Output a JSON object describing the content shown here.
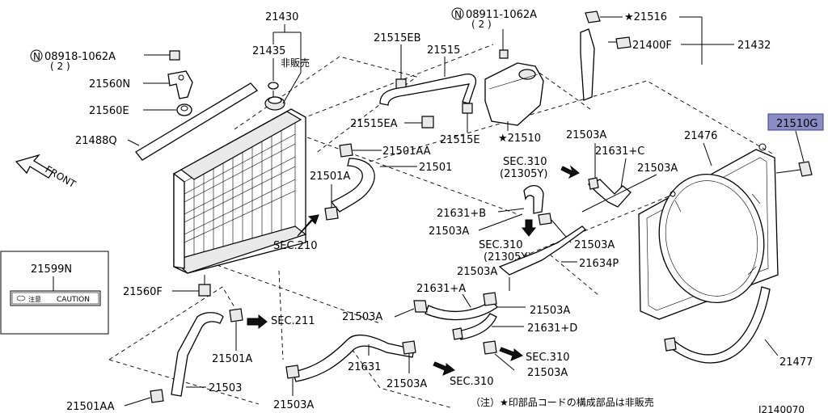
{
  "labels": {
    "p21430": "21430",
    "p21435": "21435",
    "not_sold": "非販売",
    "n08918": "08918-1062A",
    "n08918_qty": "( 2 )",
    "p21560N": "21560N",
    "p21560E": "21560E",
    "p21488Q": "21488Q",
    "front": "FRONT",
    "n08911": "08911-1062A",
    "n08911_qty": "( 2 )",
    "p21516": "★21516",
    "p21400F": "21400F",
    "p21432": "21432",
    "p21515EB": "21515EB",
    "p21515": "21515",
    "p21515EA": "21515EA",
    "p21515E": "21515E",
    "p21510": "★21510",
    "p21501AA_top": "21501AA",
    "p21501": "21501",
    "p21501A_top": "21501A",
    "sec210": "SEC.210",
    "p21503A_1": "21503A",
    "p21631C": "21631+C",
    "p21476": "21476",
    "p21503A_2": "21503A",
    "p21510G": "21510G",
    "sec310_a": "SEC.310",
    "sec310_a_sub": "(21305Y)",
    "p21631B": "21631+B",
    "p21503A_3": "21503A",
    "sec310_b": "SEC.310",
    "sec310_b_sub": "(21305Y)",
    "p21503A_4": "21503A",
    "p21634P": "21634P",
    "p21503A_5": "21503A",
    "p21631A": "21631+A",
    "p21599N": "21599N",
    "caution": "CAUTION",
    "caution_jp": "注意",
    "p21560F": "21560F",
    "sec211": "SEC.211",
    "p21503A_6": "21503A",
    "p21503A_7": "21503A",
    "p21631D": "21631+D",
    "p21501A_bot": "21501A",
    "p21631": "21631",
    "sec310_c": "SEC.310",
    "p21503A_8": "21503A",
    "p21477": "21477",
    "p21503": "21503",
    "p21503A_9": "21503A",
    "sec310_d": "SEC.310",
    "p21501AA_bot": "21501AA",
    "p21503A_10": "21503A",
    "footnote": "（注）★印部品コードの構成部品は非販売",
    "drawing_no": "J2140070",
    "n_mark": "N"
  },
  "highlight_color": "#8c8cc4"
}
